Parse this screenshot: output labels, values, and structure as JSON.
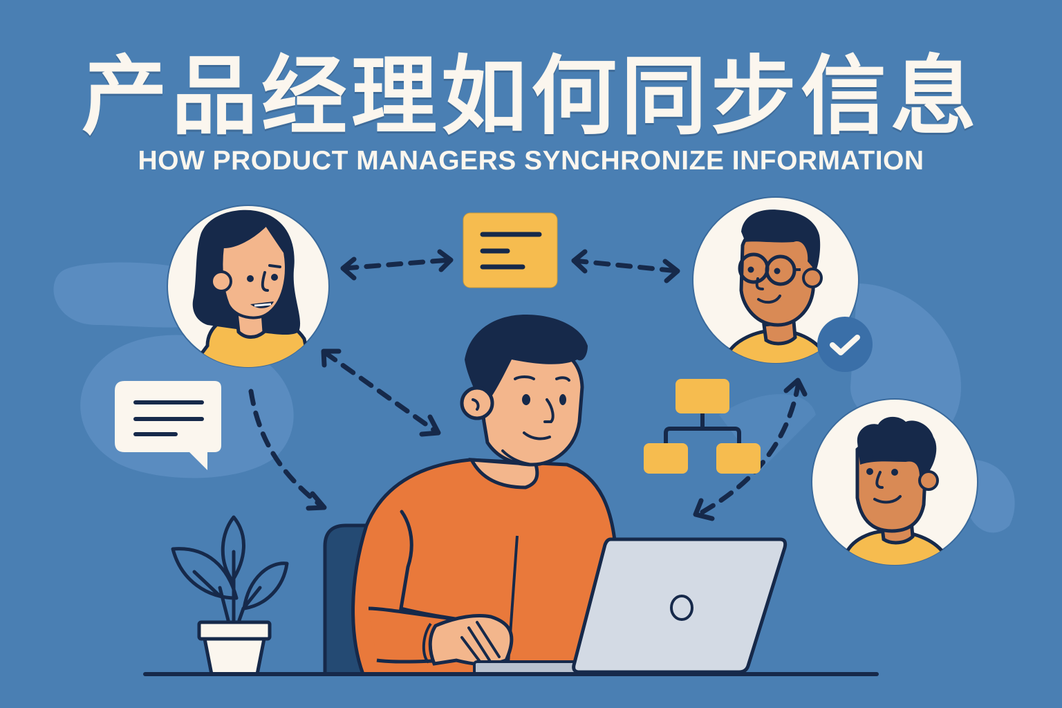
{
  "header": {
    "title_cn": "产品经理如何同步信息",
    "title_en": "HOW PRODUCT MANAGERS SYNCHRONIZE INFORMATION"
  },
  "illustration": {
    "central_figure": "product-manager-at-laptop",
    "avatars": [
      {
        "id": "woman-avatar",
        "position": "top-left"
      },
      {
        "id": "man-glasses-avatar",
        "position": "top-right",
        "badge": "checkmark-icon"
      },
      {
        "id": "man-curly-hair-avatar",
        "position": "right"
      }
    ],
    "icons": [
      "document-card-icon",
      "chat-bubble-icon",
      "org-chart-icon",
      "plant-icon",
      "laptop-icon"
    ],
    "connectors": "dashed-double-arrows"
  },
  "colors": {
    "background": "#4a7fb3",
    "blob": "#5a8cc0",
    "outline": "#16294a",
    "cream": "#fbf6ee",
    "yellow": "#f6bc4f",
    "orange_shirt": "#e9793b",
    "skin_light": "#f3b68c",
    "skin_tan": "#d98a55",
    "laptop": "#d3dae4",
    "badge": "#3a6fa8",
    "chair": "#244a73"
  }
}
